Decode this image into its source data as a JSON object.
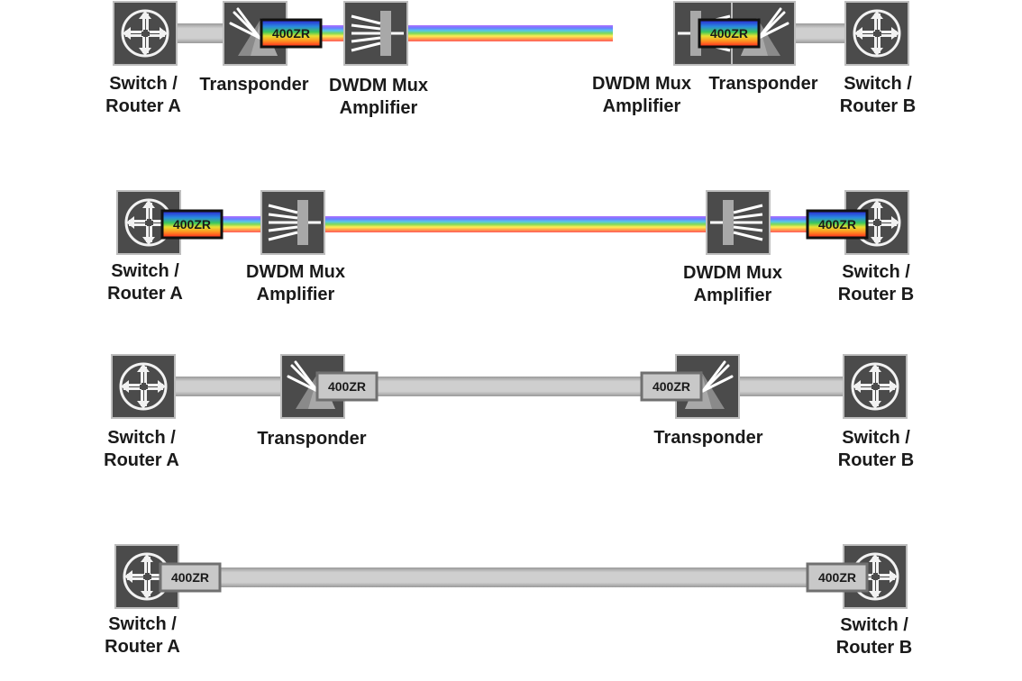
{
  "colors": {
    "device_fill": "#4b4b4b",
    "device_border": "#bdbdbd",
    "gray_fiber": "#c6c6c6",
    "gray_module": "#c8c8c8",
    "module_text": "#1a1a1a",
    "rainbow": [
      "#ff5a5a",
      "#ffa04a",
      "#ffee55",
      "#7ed957",
      "#56c8e8",
      "#6a7dff",
      "#b070ff"
    ]
  },
  "icons": {
    "switch": "router-cross-arrows-icon",
    "transponder": "prism-transponder-icon",
    "mux": "dwdm-mux-icon"
  },
  "module_label": "400ZR",
  "labels": {
    "switch_a": [
      "Switch /",
      "Router A"
    ],
    "switch_b": [
      "Switch /",
      "Router B"
    ],
    "transponder": "Transponder",
    "mux": [
      "DWDM Mux",
      "Amplifier"
    ]
  }
}
